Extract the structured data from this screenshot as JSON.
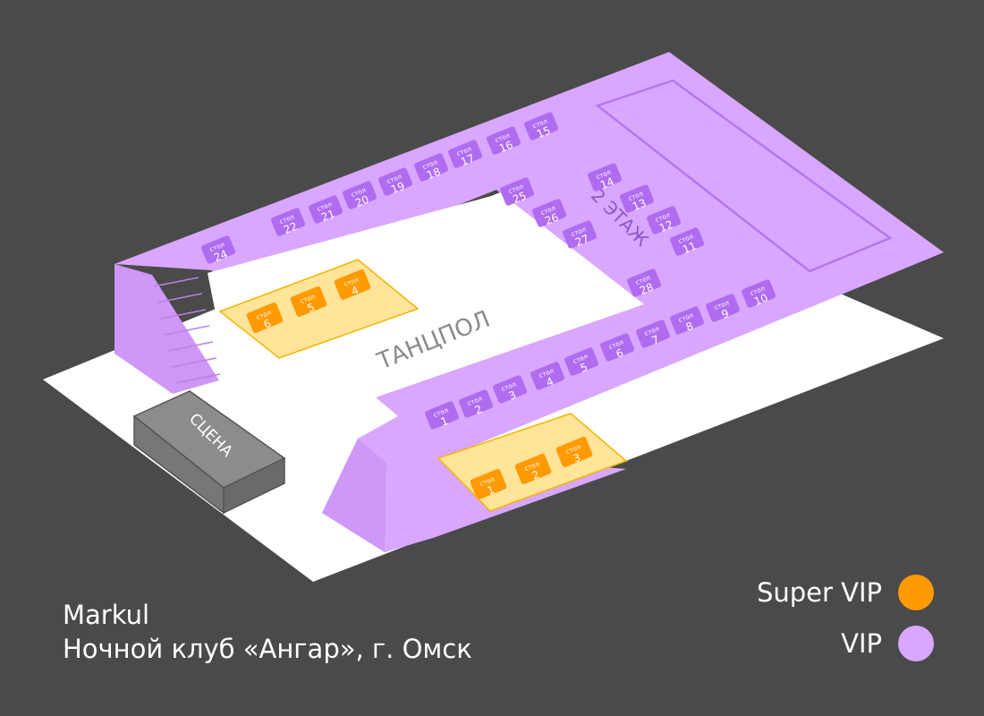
{
  "colors": {
    "background": "#4a4a4a",
    "vip": "#d9a7ff",
    "vip_table": "#b06cf0",
    "vip_stroke": "#9b5cd6",
    "super_vip_zone": "#ffe49a",
    "super_vip_table": "#ff9a00",
    "floor": "#ffffff",
    "stage": "#8c8c8c",
    "stage_stroke": "#555555"
  },
  "map": {
    "dance_floor_label": "ТАНЦПОЛ",
    "stage_label": "СЦЕНА",
    "floor2_label": "2 ЭТАЖ",
    "table_word": "стол",
    "vip_tables": [
      "1",
      "2",
      "3",
      "4",
      "5",
      "6",
      "7",
      "8",
      "9",
      "10",
      "11",
      "12",
      "13",
      "14",
      "15",
      "16",
      "17",
      "18",
      "19",
      "20",
      "21",
      "22",
      "24",
      "25",
      "26",
      "27",
      "28"
    ],
    "super_vip_tables": [
      "1",
      "2",
      "3",
      "4",
      "5",
      "6"
    ]
  },
  "info": {
    "artist": "Markul",
    "venue": "Ночной клуб «Ангар», г. Омск"
  },
  "legend": [
    {
      "label": "Super VIP",
      "color": "#ff9a00"
    },
    {
      "label": "VIP",
      "color": "#d9a7ff"
    }
  ]
}
